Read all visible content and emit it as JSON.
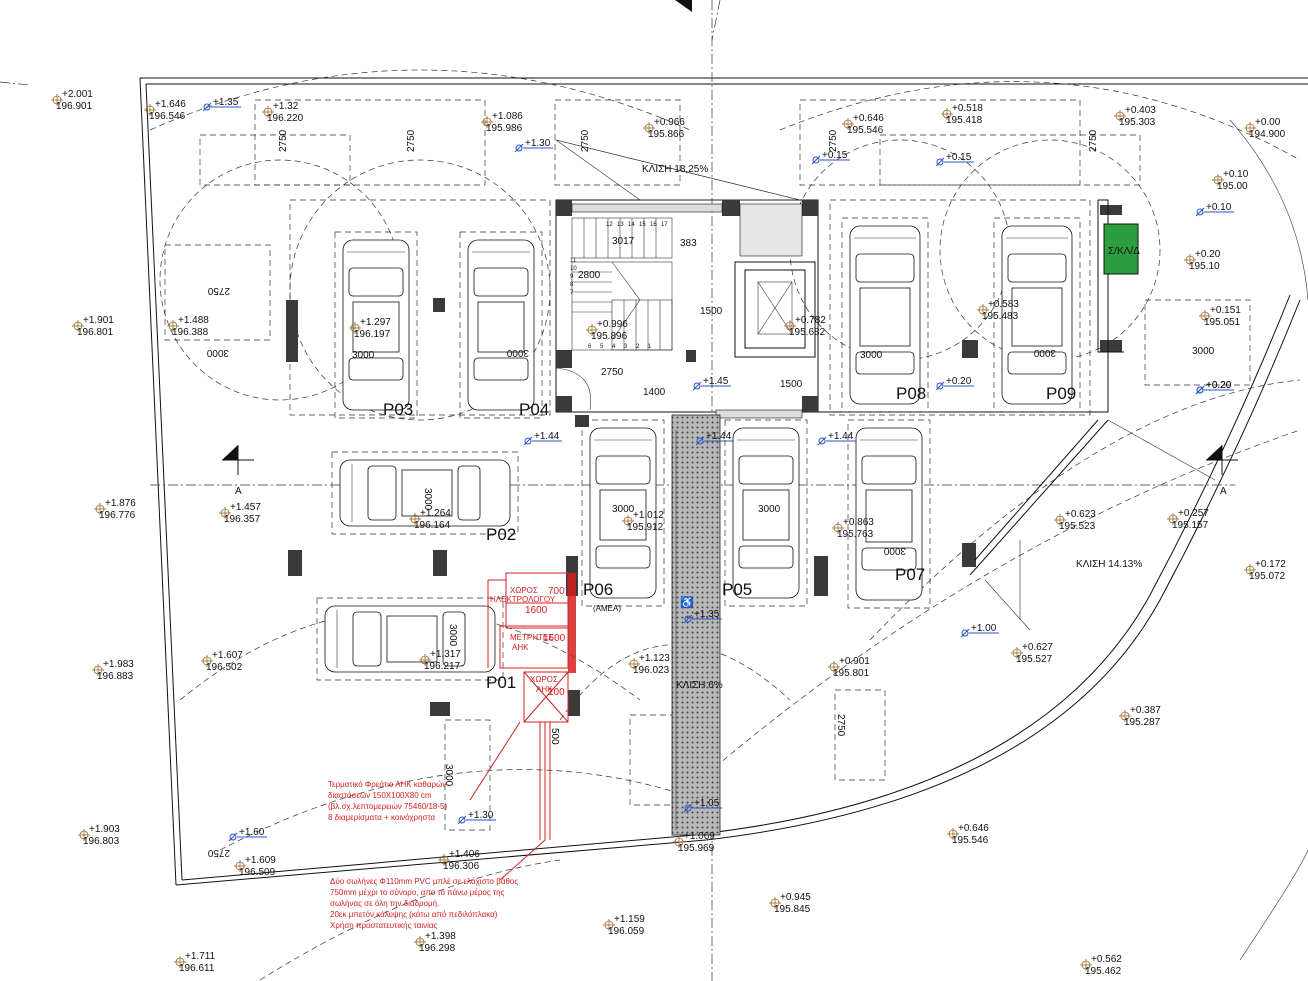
{
  "parking_labels": [
    "P01",
    "P02",
    "P03",
    "P04",
    "P05",
    "P06",
    "P07",
    "P08",
    "P09"
  ],
  "dimensions": {
    "d3000": "3000",
    "d2750": "2750",
    "d2800": "2800",
    "d3017": "3017",
    "d383": "383",
    "d1500": "1500",
    "d1400": "1400",
    "d1600": "1600",
    "d700": "700",
    "d100": "100",
    "d500": "500"
  },
  "slopes": {
    "top": "ΚΛΙΣΗ 18,25%",
    "right": "ΚΛΙΣΗ 14.13%",
    "ramp": "ΚΛΙΣΗ 6%"
  },
  "section_marker": "A",
  "utility_box": "Σ/ΚΛ/Δ",
  "disabled_label": "(ΑΜΕΑ)",
  "red_rooms": {
    "electrician_1": "ΧΩΡΟΣ",
    "electrician_2": "ΗΛΕΚΤΡΟΛΟΓΟΥ",
    "meters_1": "ΜΕΤΡΗΤΕΣ",
    "meters_2": "ΑΗΚ",
    "ahk_room_1": "ΧΩΡΟΣ",
    "ahk_room_2": "ΑΗΚ"
  },
  "red_notes": {
    "note1": [
      "Τερματικό Φρεάτιο ΑΗΚ καθαρών",
      "διαστάσεων 150Χ100Χ80 cm",
      "(βλ.σχ.λεπτομερειών 75460/18-5)",
      "8 διαμερίσματα + κοινόχρηστα"
    ],
    "note2": [
      "Δύο σωλήνες Φ110mm PVC μπλέ σε ελάχιστο βάθος",
      "750mm μέχρι το σύνορο, απο το πάνω μέρος της",
      "σωλήνας σε όλη την διαδρομή.",
      "20εκ μπετόν κάλυψης (κάτω από πεδιλόπλακα)",
      "Χρήση προστατευτικής ταινίας"
    ]
  },
  "spot_levels": [
    {
      "a": "+2.001",
      "b": "196.901"
    },
    {
      "a": "+1.646",
      "b": "196.546"
    },
    {
      "a": "+1.32",
      "b": "196.220"
    },
    {
      "a": "+1.086",
      "b": "195.986"
    },
    {
      "a": "+0.966",
      "b": "195.866"
    },
    {
      "a": "+0.646",
      "b": "195.546"
    },
    {
      "a": "+0.518",
      "b": "195.418"
    },
    {
      "a": "+0.403",
      "b": "195.303"
    },
    {
      "a": "+0.00",
      "b": "194.900"
    },
    {
      "a": "+0.10",
      "b": "195.00"
    },
    {
      "a": "+0.20",
      "b": "195.10"
    },
    {
      "a": "+0.151",
      "b": "195.051"
    },
    {
      "a": "+1.901",
      "b": "196.801"
    },
    {
      "a": "+1.488",
      "b": "196.388"
    },
    {
      "a": "+1.297",
      "b": "196.197"
    },
    {
      "a": "+0.996",
      "b": "195.896"
    },
    {
      "a": "+0.782",
      "b": "195.682"
    },
    {
      "a": "+0.583",
      "b": "195.483"
    },
    {
      "a": "+1.876",
      "b": "196.776"
    },
    {
      "a": "+1.457",
      "b": "196.357"
    },
    {
      "a": "+1.264",
      "b": "196.164"
    },
    {
      "a": "+1.012",
      "b": "195.912"
    },
    {
      "a": "+0.863",
      "b": "195.763"
    },
    {
      "a": "+0.623",
      "b": "195.523"
    },
    {
      "a": "+0.257",
      "b": "195.157"
    },
    {
      "a": "+0.172",
      "b": "195.072"
    },
    {
      "a": "+1.983",
      "b": "196.883"
    },
    {
      "a": "+1.607",
      "b": "196.502"
    },
    {
      "a": "+1.317",
      "b": "196.217"
    },
    {
      "a": "+1.123",
      "b": "196.023"
    },
    {
      "a": "+0.901",
      "b": "195.801"
    },
    {
      "a": "+0.627",
      "b": "195.527"
    },
    {
      "a": "+0.387",
      "b": "195.287"
    },
    {
      "a": "+1.903",
      "b": "196.803"
    },
    {
      "a": "+1.609",
      "b": "196.509"
    },
    {
      "a": "+1.406",
      "b": "196.306"
    },
    {
      "a": "+1.069",
      "b": "195.969"
    },
    {
      "a": "+0.646",
      "b": "195.546"
    },
    {
      "a": "+0.945",
      "b": "195.845"
    },
    {
      "a": "+1.159",
      "b": "196.059"
    },
    {
      "a": "+1.398",
      "b": "196.298"
    },
    {
      "a": "+1.711",
      "b": "196.611"
    },
    {
      "a": "+0.562",
      "b": "195.462"
    }
  ],
  "design_levels": [
    "+1.35",
    "+1.30",
    "+0.15",
    "+0.15",
    "+0.10",
    "+0.20",
    "+1.45",
    "+0.20",
    "+1.44",
    "+1.44",
    "+1.44",
    "+1.35",
    "+1.00",
    "+1.60",
    "+1.30",
    "+1.05",
    "+0.20"
  ],
  "stair_numbers": [
    "12",
    "13",
    "14",
    "15",
    "16",
    "17",
    "11",
    "10",
    "9",
    "8",
    "7",
    "6",
    "5",
    "4",
    "3",
    "2",
    "1"
  ]
}
